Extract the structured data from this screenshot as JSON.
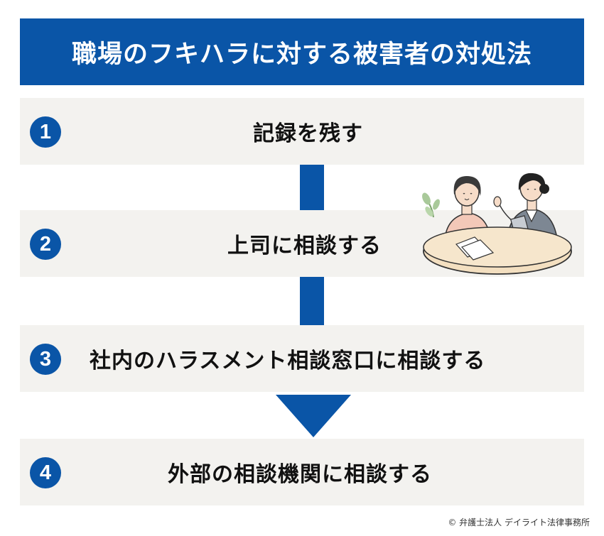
{
  "title": "職場のフキハラに対する被害者の対処法",
  "steps": [
    {
      "number": "1",
      "label": "記録を残す"
    },
    {
      "number": "2",
      "label": "上司に相談する"
    },
    {
      "number": "3",
      "label": "社内のハラスメント相談窓口に相談する"
    },
    {
      "number": "4",
      "label": "外部の相談機関に相談する"
    }
  ],
  "copyright": "© 弁護士法人 デイライト法律事務所",
  "colors": {
    "accent": "#0a55a7",
    "step_background": "#f3f2ef",
    "text": "#111111"
  },
  "icons": {
    "illustration": "consultation-illustration",
    "arrow": "down-arrow-icon"
  }
}
